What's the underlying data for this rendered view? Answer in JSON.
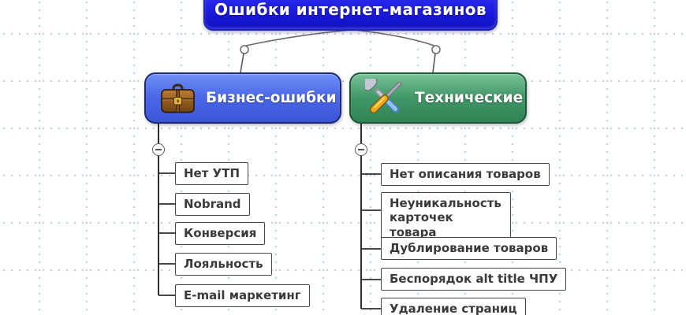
{
  "root": {
    "label": "Ошибки интернет-магазинов",
    "color": "#1c1cdf",
    "text_color": "#ffffff"
  },
  "branches": [
    {
      "id": "business",
      "label": "Бизнес-ошибки",
      "icon": "briefcase-icon",
      "color": "#4a68e8",
      "border_color": "#1c2970",
      "collapse_icon": "minus-icon",
      "children": [
        "Нет УТП",
        "Nobrand",
        "Конверсия",
        "Лояльность",
        "E-mail маркетинг"
      ]
    },
    {
      "id": "technical",
      "label": "Технические",
      "icon": "wrench-screwdriver-icon",
      "color": "#429768",
      "border_color": "#1d5738",
      "collapse_icon": "minus-icon",
      "children": [
        "Нет описания товаров",
        "Неуникальность карточек товара",
        "Дублирование товаров",
        "Беспорядок alt title ЧПУ",
        "Удаление страниц"
      ]
    }
  ],
  "canvas": {
    "grid_dot_color": "#c3d5e1",
    "connector_color": "#5a5a5a",
    "child_border_color": "#474747",
    "child_text_color": "#3a3a3a"
  }
}
